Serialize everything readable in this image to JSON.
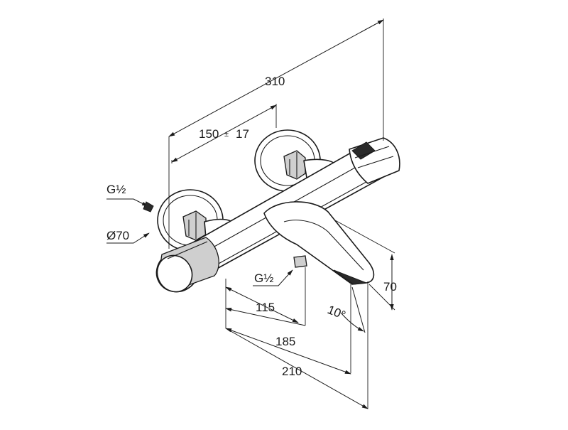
{
  "dimensions": {
    "overall_width": "310",
    "wall_spacing": "150",
    "wall_spacing_tol": "±",
    "wall_spacing_tol_value": "17",
    "outlet_offset_115": "115",
    "outlet_offset_185": "185",
    "spout_reach_210": "210",
    "spout_height": "70",
    "spout_angle": "10°",
    "thread_inlet": "G½",
    "thread_outlet": "G½",
    "rosette_diameter": "Ø70"
  }
}
